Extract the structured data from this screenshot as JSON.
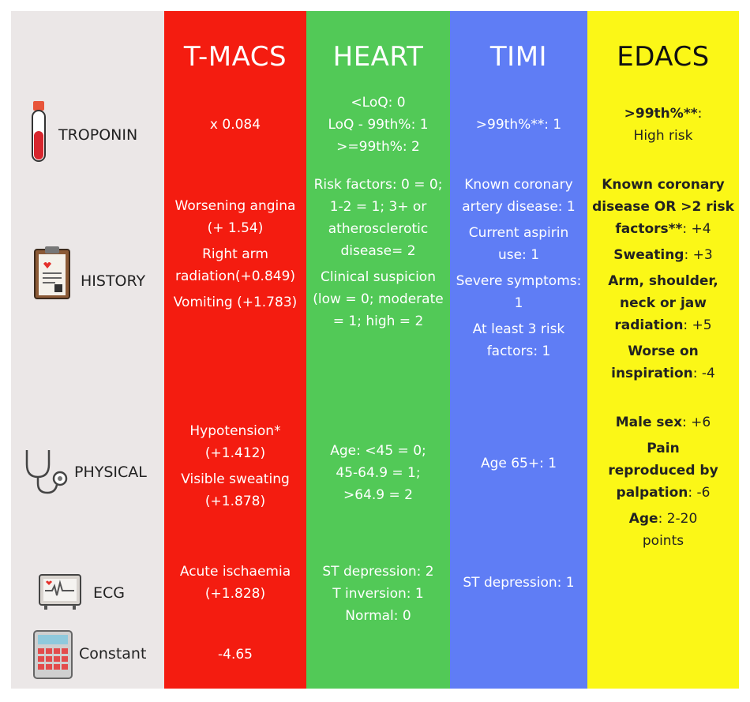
{
  "rows": {
    "troponin": "TROPONIN",
    "history": "HISTORY",
    "physical": "PHYSICAL",
    "ecg": "ECG",
    "constant": "Constant"
  },
  "icons": [
    "troponin-tube-icon",
    "clipboard-icon",
    "stethoscope-icon",
    "ecg-monitor-icon",
    "calculator-icon"
  ],
  "columns": {
    "tmacs": {
      "title": "T-MACS",
      "color": "#f41c10",
      "troponin": "x 0.084",
      "history": [
        "Worsening angina (+ 1.54)",
        "Right arm radiation(+0.849)",
        "Vomiting (+1.783)"
      ],
      "physical": [
        "Hypotension* (+1.412)",
        "Visible sweating (+1.878)"
      ],
      "ecg": "Acute ischaemia (+1.828)",
      "constant": "-4.65"
    },
    "heart": {
      "title": "HEART",
      "color": "#52c957",
      "troponin": [
        "<LoQ: 0",
        "LoQ - 99th%: 1",
        ">=99th%: 2"
      ],
      "history": [
        {
          "bold": "Risk factors",
          "rest": ": 0 = 0; 1-2 = 1; 3+ or atherosclerotic disease= 2"
        },
        {
          "bold": "Clinical suspicion",
          "rest": " (low = 0; moderate = 1; high = 2"
        }
      ],
      "physical": "Age: <45 = 0; 45-64.9 = 1; >64.9 = 2",
      "ecg": [
        "ST depression: 2",
        "T inversion: 1",
        "Normal: 0"
      ]
    },
    "timi": {
      "title": "TIMI",
      "color": "#5f7df5",
      "troponin": ">99th%**: 1",
      "history": [
        "Known coronary artery disease: 1",
        "Current aspirin use: 1",
        "Severe symptoms: 1",
        "At least 3 risk factors: 1"
      ],
      "physical": "Age 65+: 1",
      "ecg": "ST depression: 1"
    },
    "edacs": {
      "title": "EDACS",
      "color": "#fbf717",
      "troponin": {
        "bold": ">99th%**",
        "rest": ": High risk"
      },
      "history": [
        {
          "bold": "Known coronary disease OR >2 risk factors**",
          "rest": ": +4"
        },
        {
          "bold": "Sweating",
          "rest": ": +3"
        },
        {
          "bold": "Arm, shoulder, neck or jaw radiation",
          "rest": ": +5"
        },
        {
          "bold": "Worse on inspiration",
          "rest": ": -4"
        }
      ],
      "physical": [
        {
          "bold": "Male sex",
          "rest": ": +6"
        },
        {
          "bold": "Pain reproduced by palpation",
          "rest": ": -6"
        },
        {
          "bold": "Age",
          "rest": ": 2-20 points"
        }
      ]
    }
  }
}
